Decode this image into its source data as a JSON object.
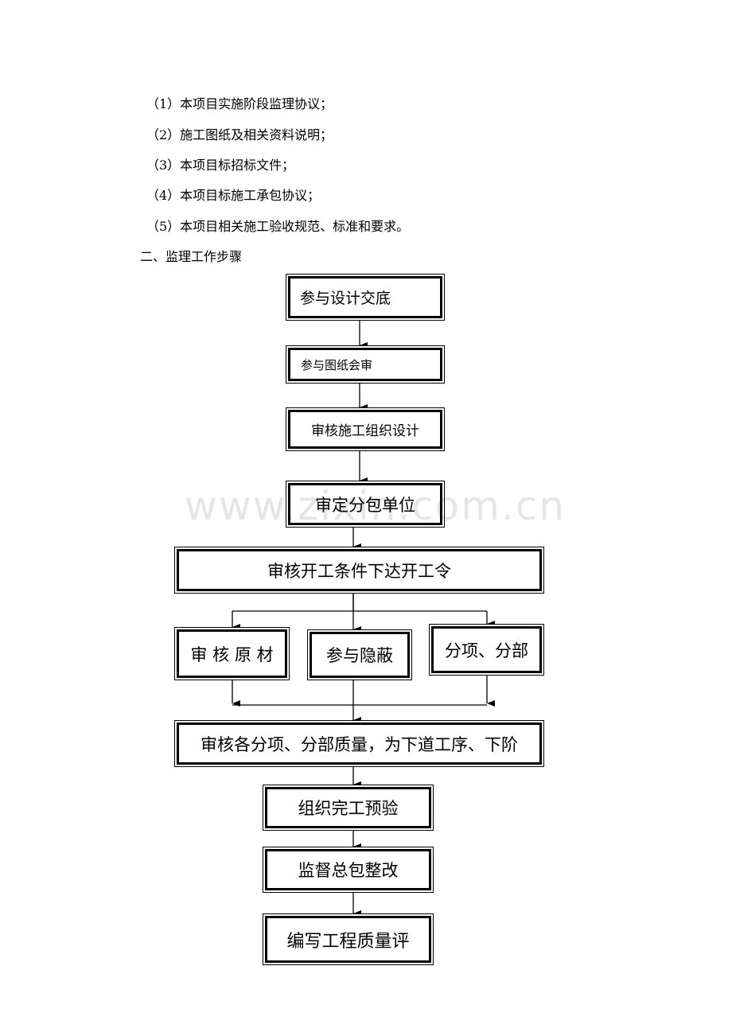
{
  "list": [
    "（1）本项目实施阶段监理协议；",
    "（2）施工图纸及相关资料说明；",
    "（3）本项目标招标文件；",
    "（4）本项目标施工承包协议；",
    "（5）本项目相关施工验收规范、标准和要求。"
  ],
  "section_heading": "二、监理工作步骤",
  "watermark": "www.zixin.com.cn",
  "flowchart": {
    "steps": [
      "参与设计交底",
      "参与图纸会审",
      "审核施工组织设计",
      "审定分包单位",
      "审核开工条件下达开工令",
      "审 核 原 材",
      "参与隐蔽",
      "分项、分部",
      "审核各分项、分部质量，为下道工序、下阶",
      "组织完工预验",
      "监督总包整改",
      "编写工程质量评"
    ]
  }
}
